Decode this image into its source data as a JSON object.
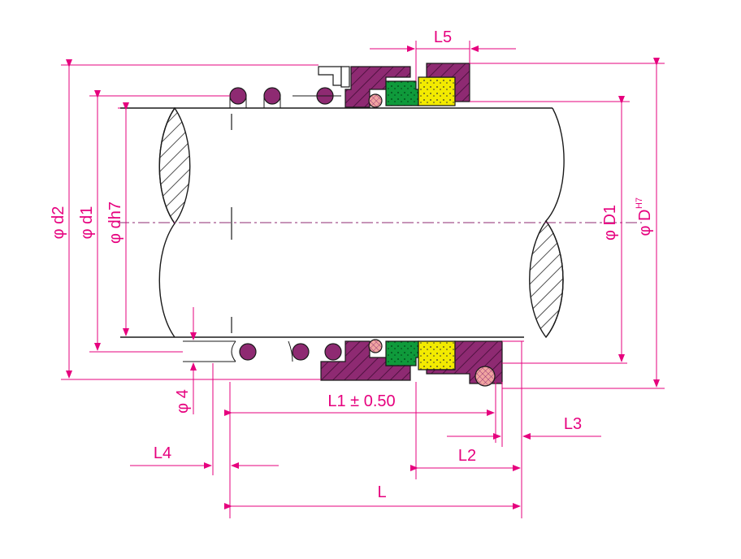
{
  "labels": {
    "L5": "L5",
    "L1": "L1 ± 0.50",
    "L": "L",
    "L2": "L2",
    "L3": "L3",
    "L4": "L4",
    "d2": "φ d2",
    "d1": "φ d1",
    "dh7": "φ dh7",
    "D1": "φ D1",
    "D": "φ D",
    "D_tol": "H7",
    "d4": "φ 4"
  },
  "colors": {
    "dimension": "#e6007e",
    "outline": "#1a1a1a",
    "housing": "#8e2a72",
    "seal_green": "#0f9a3b",
    "seal_yellow": "#f2ea00",
    "oring": "#f0a5a0"
  }
}
